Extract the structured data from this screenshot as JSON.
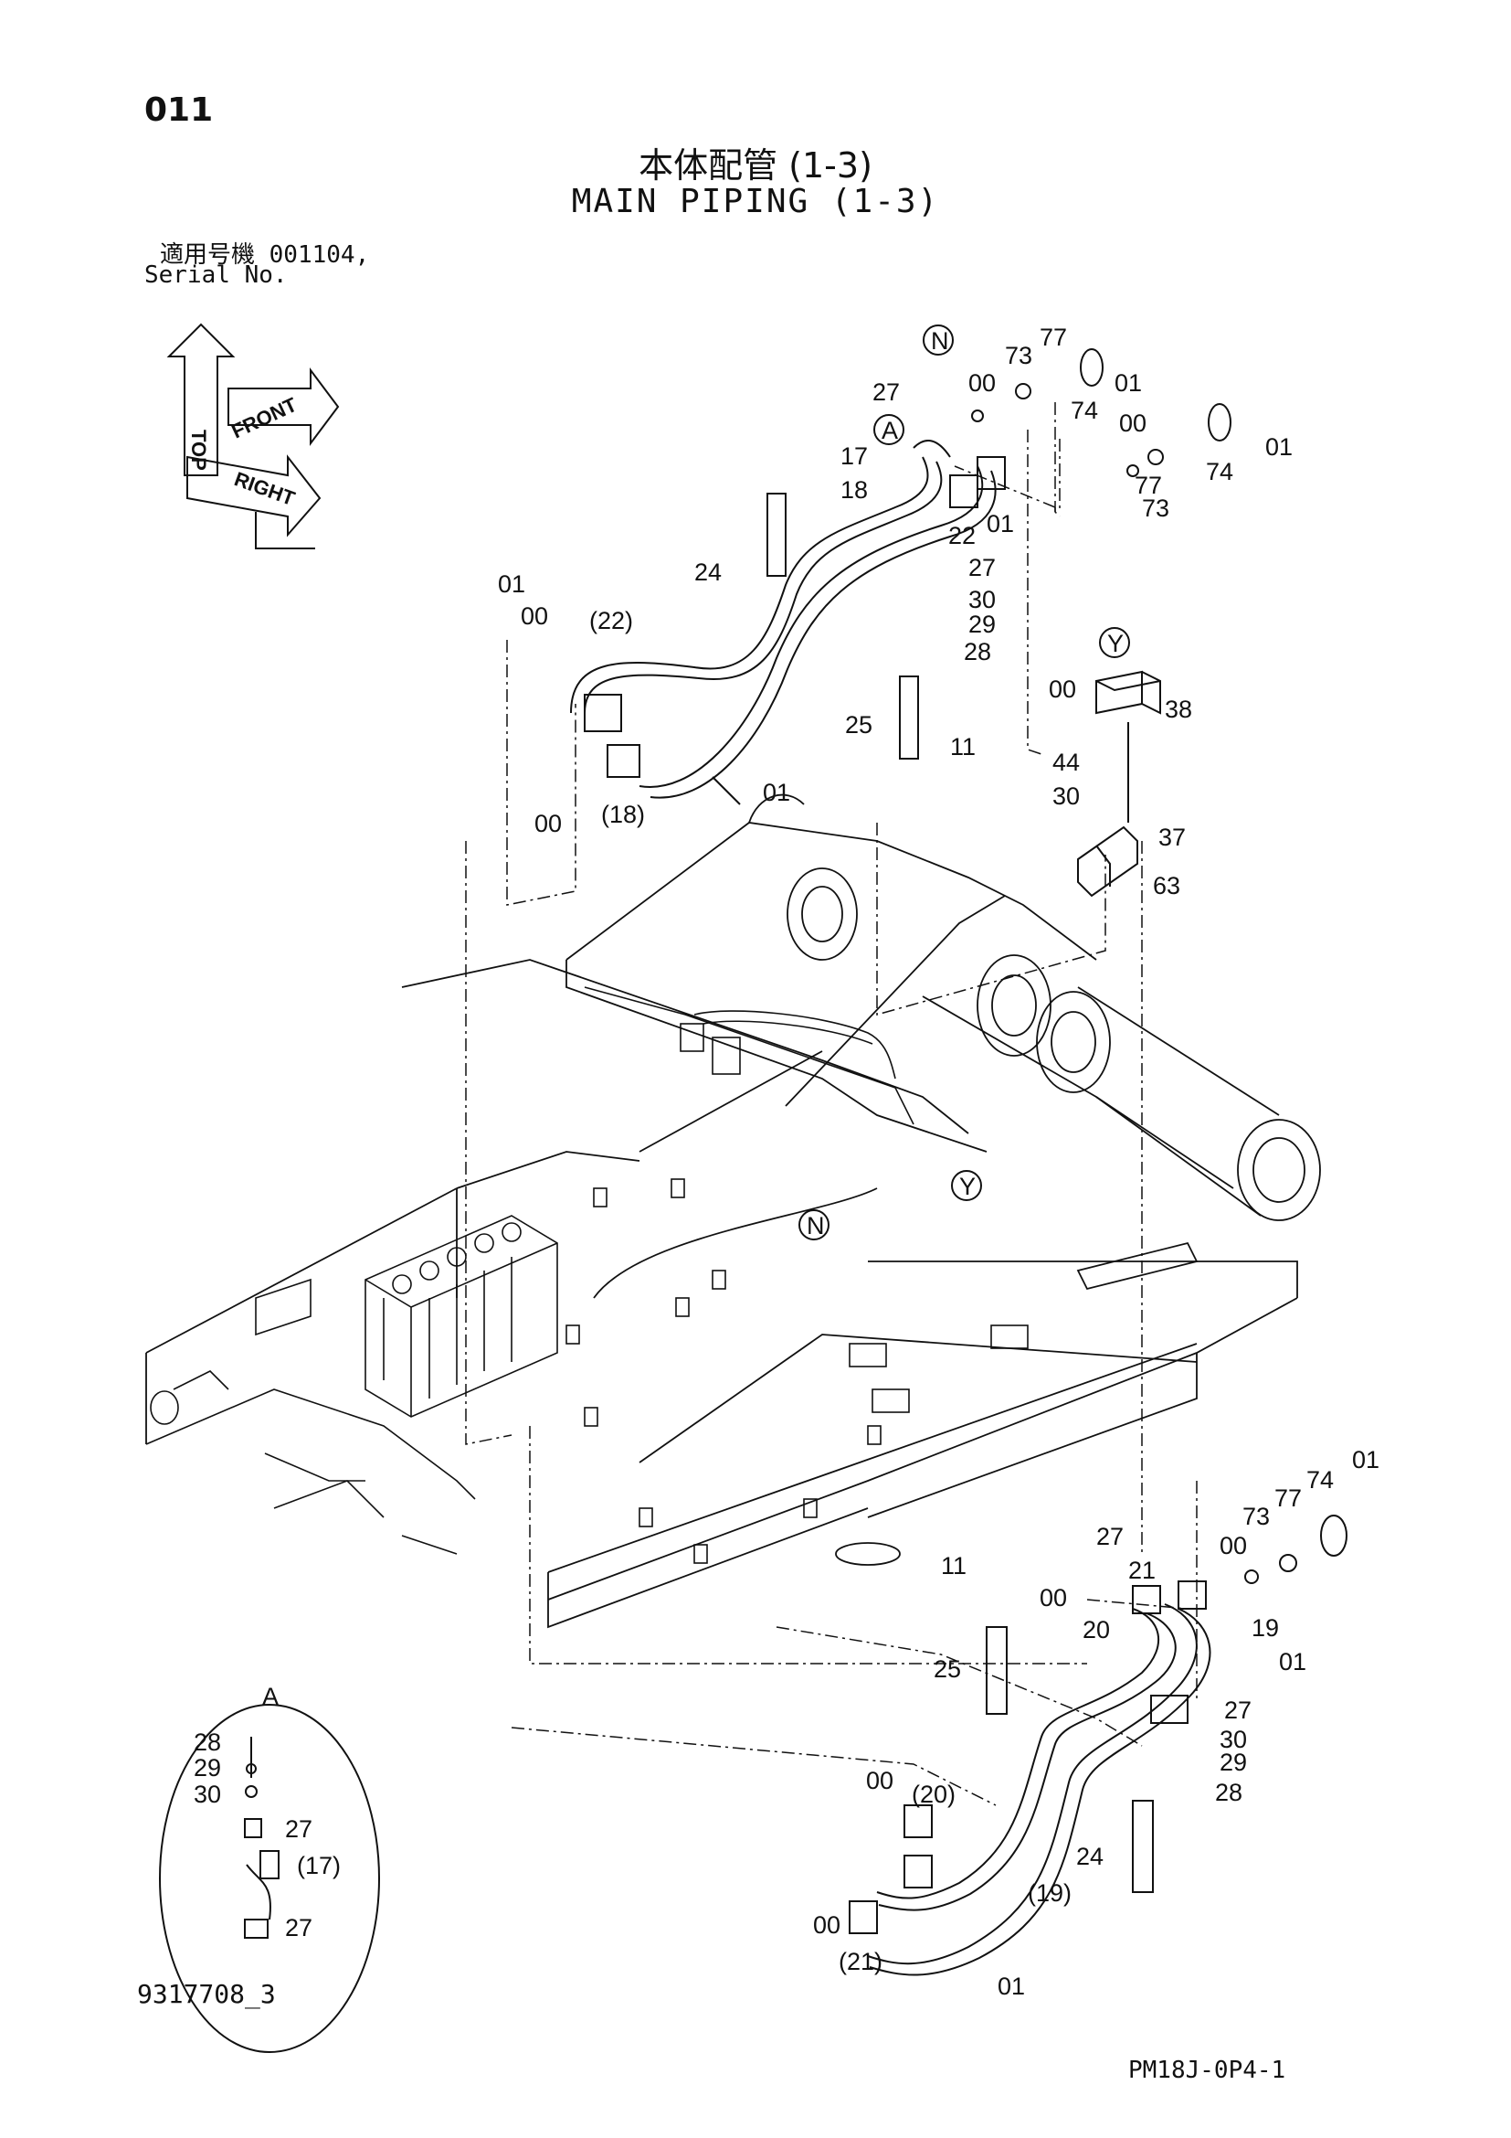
{
  "header": {
    "page_number": "011",
    "title_ja": "本体配管 (1-3)",
    "title_en": "MAIN PIPING (1-3)",
    "serial_ja": "適用号機  001104,",
    "serial_en": "Serial No."
  },
  "orientation": {
    "top": "TOP",
    "front": "FRONT",
    "right": "RIGHT"
  },
  "callouts": {
    "N": "N",
    "Y": "Y",
    "A": "A"
  },
  "part_labels": {
    "p00": "00",
    "p01": "01",
    "p11": "11",
    "p17": "17",
    "p18": "18",
    "p19": "19",
    "p20": "20",
    "p21": "21",
    "p22": "22",
    "p24": "24",
    "p25": "25",
    "p27": "27",
    "p28": "28",
    "p29": "29",
    "p30": "30",
    "p37": "37",
    "p38": "38",
    "p44": "44",
    "p63": "63",
    "p73": "73",
    "p74": "74",
    "p77": "77",
    "r17": "(17)",
    "r18": "(18)",
    "r19": "(19)",
    "r20": "(20)",
    "r21": "(21)",
    "r22": "(22)"
  },
  "footer": {
    "doc_number": "9317708_3",
    "drawing_code": "PM18J-0P4-1"
  }
}
